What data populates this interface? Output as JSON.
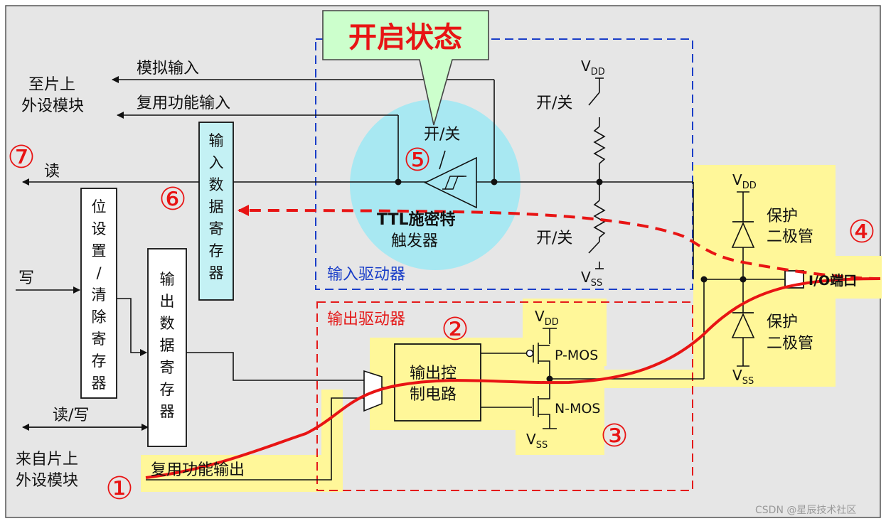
{
  "callout": {
    "text": "开启状态"
  },
  "labels": {
    "to_peripheral": [
      "至片上",
      "外设模块"
    ],
    "analog_input": "模拟输入",
    "alt_input": "复用功能输入",
    "read": "读",
    "write": "写",
    "read_write": "读/写",
    "from_peripheral": [
      "来自片上",
      "外设模块"
    ],
    "alt_output": "复用功能输出",
    "input_data_register": [
      "输",
      "入",
      "数",
      "据",
      "寄",
      "存",
      "器"
    ],
    "bit_set_reset_register": [
      "位",
      "设",
      "置",
      "/",
      "清",
      "除",
      "寄",
      "存",
      "器"
    ],
    "output_data_register": [
      "输",
      "出",
      "数",
      "据",
      "寄",
      "存",
      "器"
    ],
    "on_off": "开/关",
    "ttl_schmitt": [
      "TTL施密特",
      "触发器"
    ],
    "input_driver": "输入驱动器",
    "output_driver": "输出驱动器",
    "output_control": [
      "输出控",
      "制电路"
    ],
    "pmos": "P-MOS",
    "nmos": "N-MOS",
    "protection_diode": [
      "保护",
      "二极管"
    ],
    "io_port": "I/O端口",
    "vdd": "V",
    "vdd_sub": "DD",
    "vss": "V",
    "vss_sub": "SS"
  },
  "markers": [
    "①",
    "②",
    "③",
    "④",
    "⑤",
    "⑥",
    "⑦"
  ],
  "watermark": "CSDN @星辰技术社区",
  "colors": {
    "background": "#e6e6e6",
    "highlight": "#fff799",
    "callout_fill": "#ccffcc",
    "bubble": "#a8e8f2",
    "register_fill": "#c4f1f4",
    "input_box": "#1a3ec8",
    "output_box": "#e41a1a",
    "signal_path": "#e81414",
    "wire": "#111111"
  }
}
